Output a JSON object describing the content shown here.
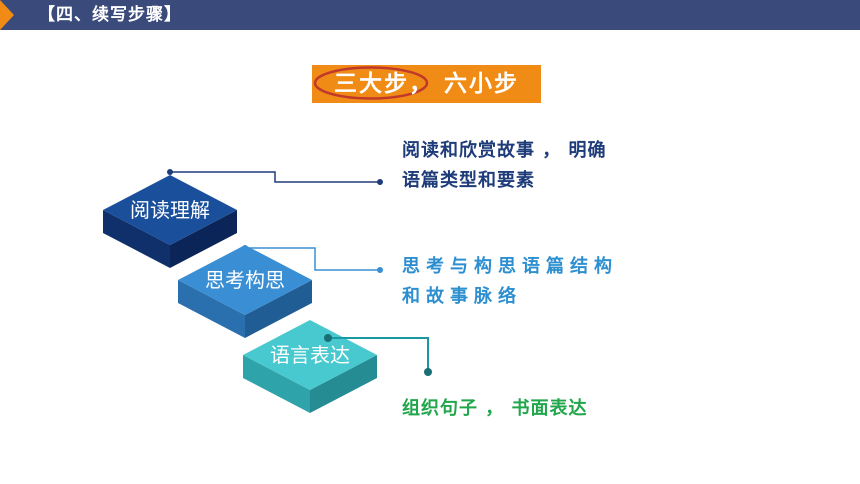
{
  "header": {
    "title": "【四、续写步骤】"
  },
  "slide": {
    "title": "三大步，  六小步"
  },
  "steps": [
    {
      "label": "阅读理解",
      "color": "#1a4f9c",
      "side_left": "#10306b",
      "side_right": "#0c2558",
      "description_lines": [
        "阅读和欣赏故事 ，  明确",
        "语篇类型和要素"
      ]
    },
    {
      "label": "思考构思",
      "color": "#3a8fd4",
      "side_left": "#2a6fae",
      "side_right": "#215d95",
      "description_lines": [
        "思考与构思语篇结构",
        "和故事脉络"
      ]
    },
    {
      "label": "语言表达",
      "color": "#48c9cf",
      "side_left": "#2fa3aa",
      "side_right": "#268c93",
      "description_lines": [
        "组织句子 ，  书面表达"
      ]
    }
  ],
  "colors": {
    "header_bg": "#3a4a7a",
    "accent_orange": "#f08b16",
    "ellipse_red": "#c0392b"
  }
}
